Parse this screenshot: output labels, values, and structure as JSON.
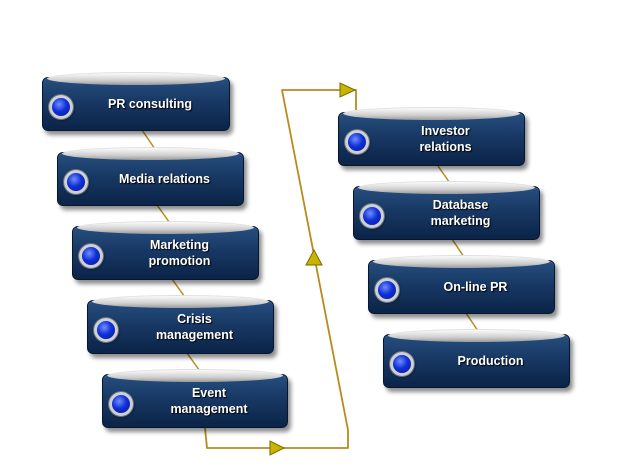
{
  "diagram": {
    "left_column": [
      {
        "label": "PR consulting"
      },
      {
        "label": "Media relations"
      },
      {
        "label": "Marketing\npromotion"
      },
      {
        "label": "Crisis\nmanagement"
      },
      {
        "label": "Event\nmanagement"
      }
    ],
    "right_column": [
      {
        "label": "Investor\nrelations"
      },
      {
        "label": "Database\nmarketing"
      },
      {
        "label": "On-line PR"
      },
      {
        "label": "Production"
      }
    ],
    "colors": {
      "box_fill": "#183864",
      "box_cap": "#d9d9d9",
      "bullet": "#1130d8",
      "connector": "#b98a1c",
      "arrow_fill": "#c9b400"
    },
    "bullet_icon": "blue-radio-bullet-icon",
    "arrow_icon": "yellow-triangle-arrow-icon"
  }
}
